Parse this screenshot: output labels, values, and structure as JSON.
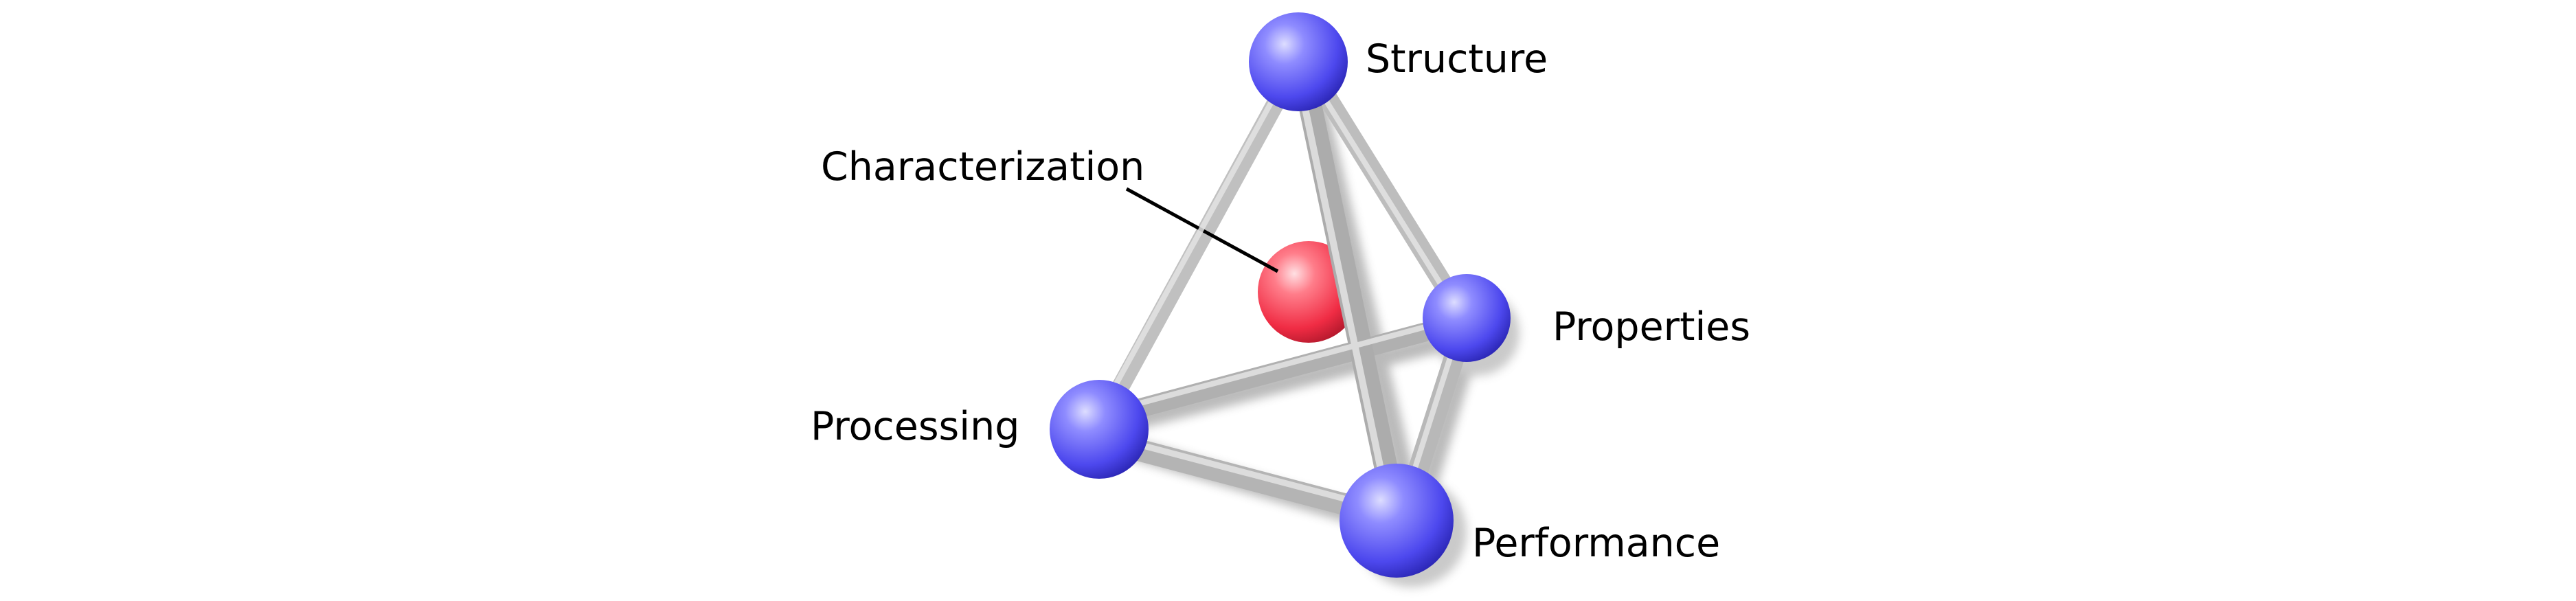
{
  "diagram": {
    "labels": {
      "structure": "Structure",
      "characterization": "Characterization",
      "properties": "Properties",
      "processing": "Processing",
      "performance": "Performance"
    },
    "colors": {
      "vertex_sphere": "#5a55f5",
      "center_sphere": "#f5364d",
      "rod": "#b4b4b4",
      "leader_line": "#000000"
    }
  }
}
